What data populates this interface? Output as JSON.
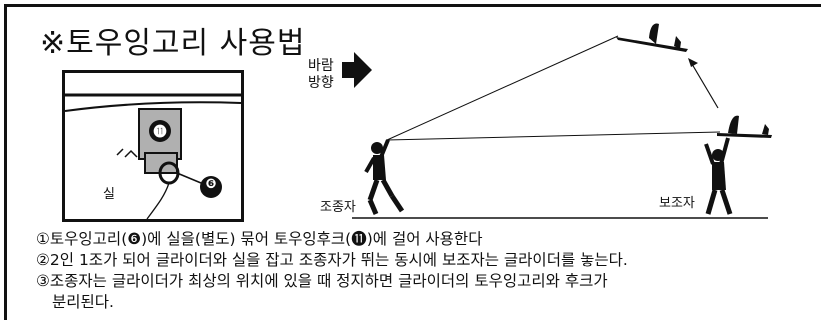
{
  "title": "※토우잉고리 사용법",
  "wind": {
    "line1": "바람",
    "line2": "방향"
  },
  "labels": {
    "controller": "조종자",
    "assistant": "보조자",
    "thread": "실",
    "hook_number": "⓫",
    "ring_number": "❻"
  },
  "instructions": [
    "①토우잉고리(❻)에 실을(별도) 묶어 토우잉후크(⓫)에 걸어 사용한다",
    "②2인 1조가 되어 글라이더와 실을 잡고 조종자가 뛰는 동시에 보조자는 글라이더를 놓는다.",
    "③조종자는 글라이더가 최상의 위치에 있을 때 정지하면 글라이더의 토우잉고리와 후크가",
    "분리된다."
  ],
  "colors": {
    "ink": "#111111",
    "hook_gray": "#b0b0b0"
  },
  "icons": [
    "wind-arrow-icon",
    "glider-icon",
    "person-icon",
    "tow-hook-icon"
  ]
}
